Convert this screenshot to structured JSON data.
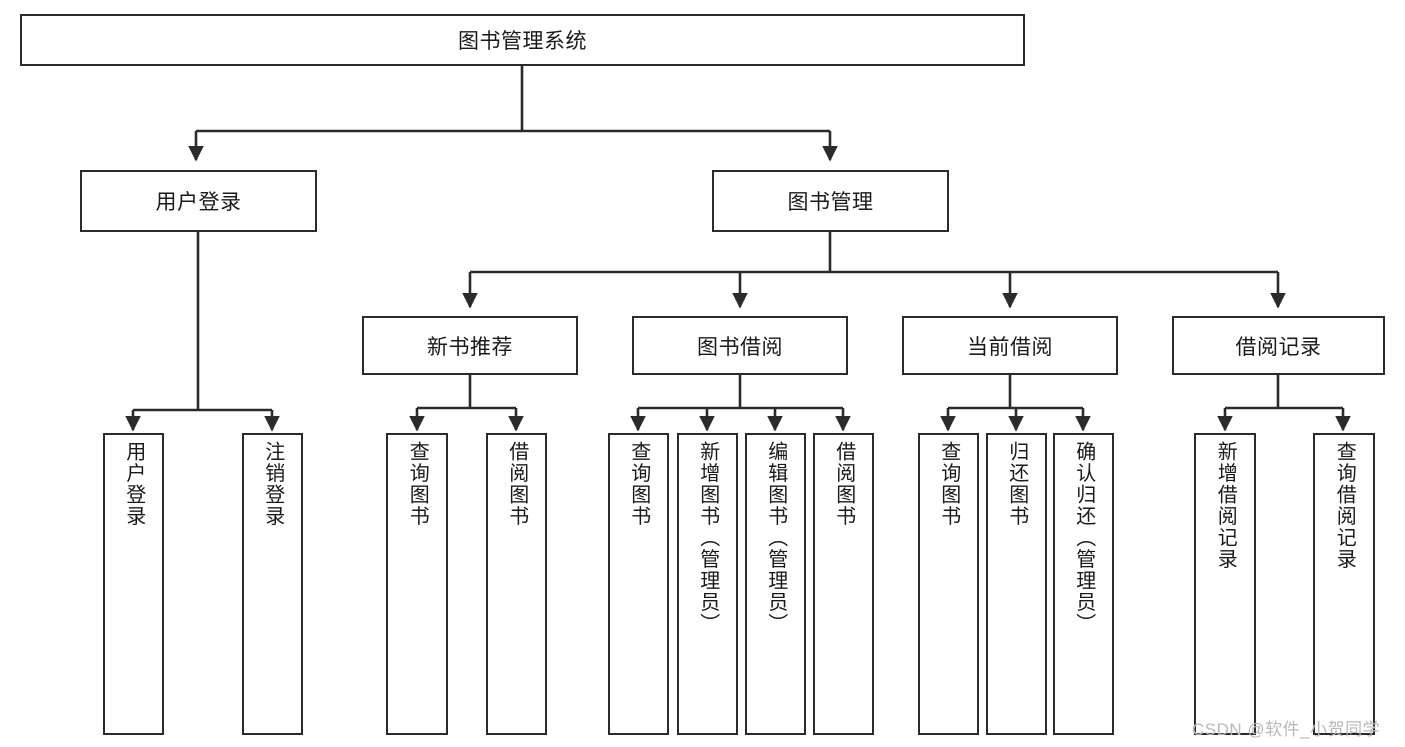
{
  "diagram": {
    "title_node": {
      "label": "图书管理系统"
    },
    "level2": [
      {
        "id": "user-login",
        "label": "用户登录"
      },
      {
        "id": "book-manage",
        "label": "图书管理"
      }
    ],
    "level3": [
      {
        "id": "new-book-recommend",
        "label": "新书推荐"
      },
      {
        "id": "book-borrow",
        "label": "图书借阅"
      },
      {
        "id": "current-borrow",
        "label": "当前借阅"
      },
      {
        "id": "borrow-record",
        "label": "借阅记录"
      }
    ],
    "leaves": [
      {
        "id": "leaf-user-login",
        "label": "用户登录",
        "parent": "user-login"
      },
      {
        "id": "leaf-logout-login",
        "label": "注销登录",
        "parent": "user-login"
      },
      {
        "id": "leaf-query-book-1",
        "label": "查询图书",
        "parent": "new-book-recommend"
      },
      {
        "id": "leaf-borrow-book-1",
        "label": "借阅图书",
        "parent": "new-book-recommend"
      },
      {
        "id": "leaf-query-book-2",
        "label": "查询图书",
        "parent": "book-borrow"
      },
      {
        "id": "leaf-add-book",
        "label": "新增图书（管理员）",
        "parent": "book-borrow"
      },
      {
        "id": "leaf-edit-book",
        "label": "编辑图书（管理员）",
        "parent": "book-borrow"
      },
      {
        "id": "leaf-borrow-book-2",
        "label": "借阅图书",
        "parent": "book-borrow"
      },
      {
        "id": "leaf-query-book-3",
        "label": "查询图书",
        "parent": "current-borrow"
      },
      {
        "id": "leaf-return-book",
        "label": "归还图书",
        "parent": "current-borrow"
      },
      {
        "id": "leaf-confirm-return",
        "label": "确认归还（管理员）",
        "parent": "current-borrow"
      },
      {
        "id": "leaf-add-record",
        "label": "新增借阅记录",
        "parent": "borrow-record"
      },
      {
        "id": "leaf-query-record",
        "label": "查询借阅记录",
        "parent": "borrow-record"
      }
    ],
    "watermark": "CSDN @软件_小贺同学",
    "colors": {
      "stroke": "#2b2b2b",
      "box_fill": "#ffffff",
      "text": "#1a1a1a",
      "watermark": "#b9b9b9",
      "background": "#ffffff"
    }
  }
}
